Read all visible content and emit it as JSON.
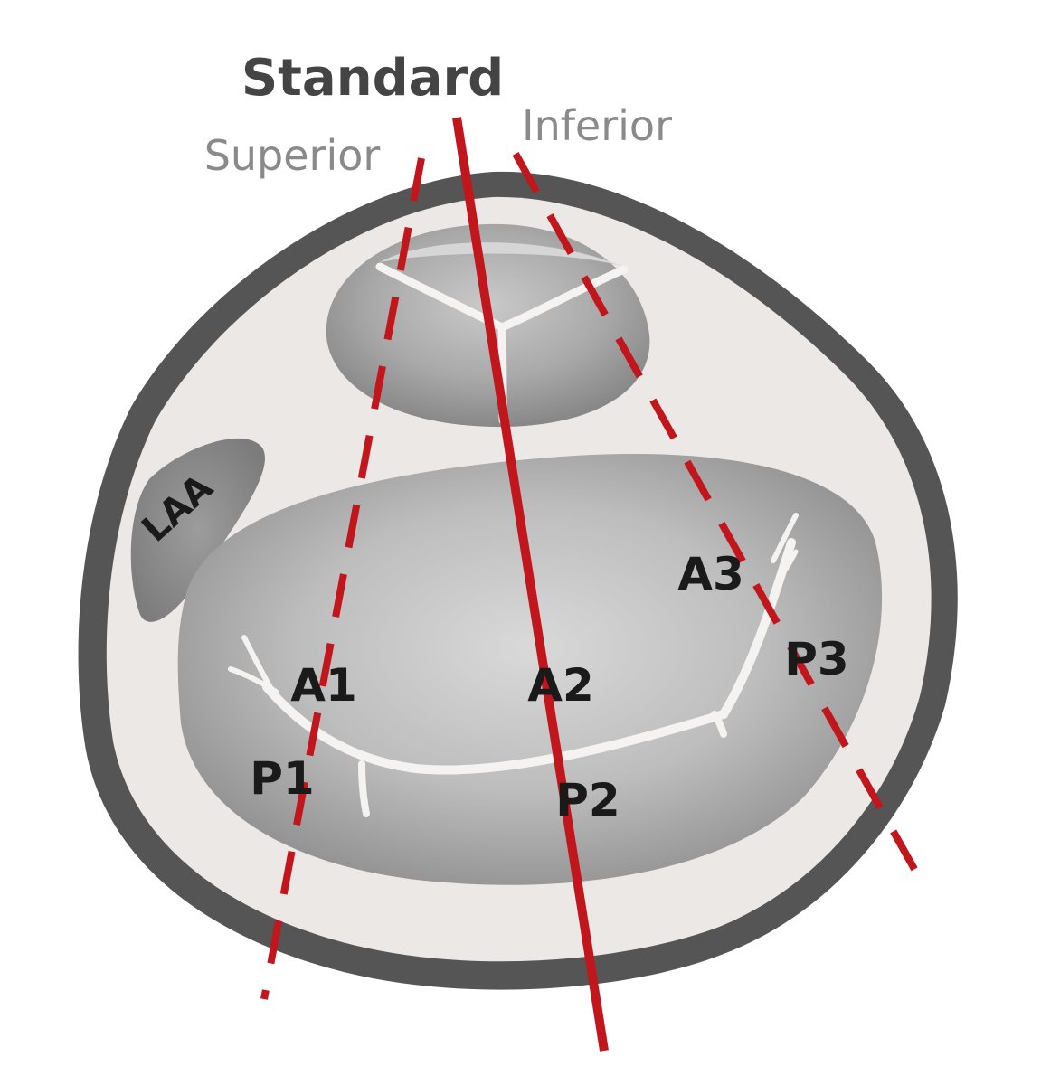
{
  "labels": {
    "standard": "Standard",
    "superior": "Superior",
    "inferior": "Inferior",
    "laa": "LAA",
    "a1": "A1",
    "a2": "A2",
    "a3": "A3",
    "p1": "P1",
    "p2": "P2",
    "p3": "P3"
  },
  "colors": {
    "outer_wall": "#555555",
    "wall_fill": "#ece8e6",
    "chamber": "#a6a6a6",
    "chamber_light": "#d8d8d8",
    "leaflet_line": "#f5f3f2",
    "cut_line": "#c0161c",
    "title_text": "#444444",
    "plane_text": "#8a8a8a",
    "segment_text": "#1a1a1a"
  },
  "planes": [
    {
      "name": "standard",
      "style": "solid"
    },
    {
      "name": "superior",
      "style": "dashed"
    },
    {
      "name": "inferior",
      "style": "dashed"
    }
  ]
}
